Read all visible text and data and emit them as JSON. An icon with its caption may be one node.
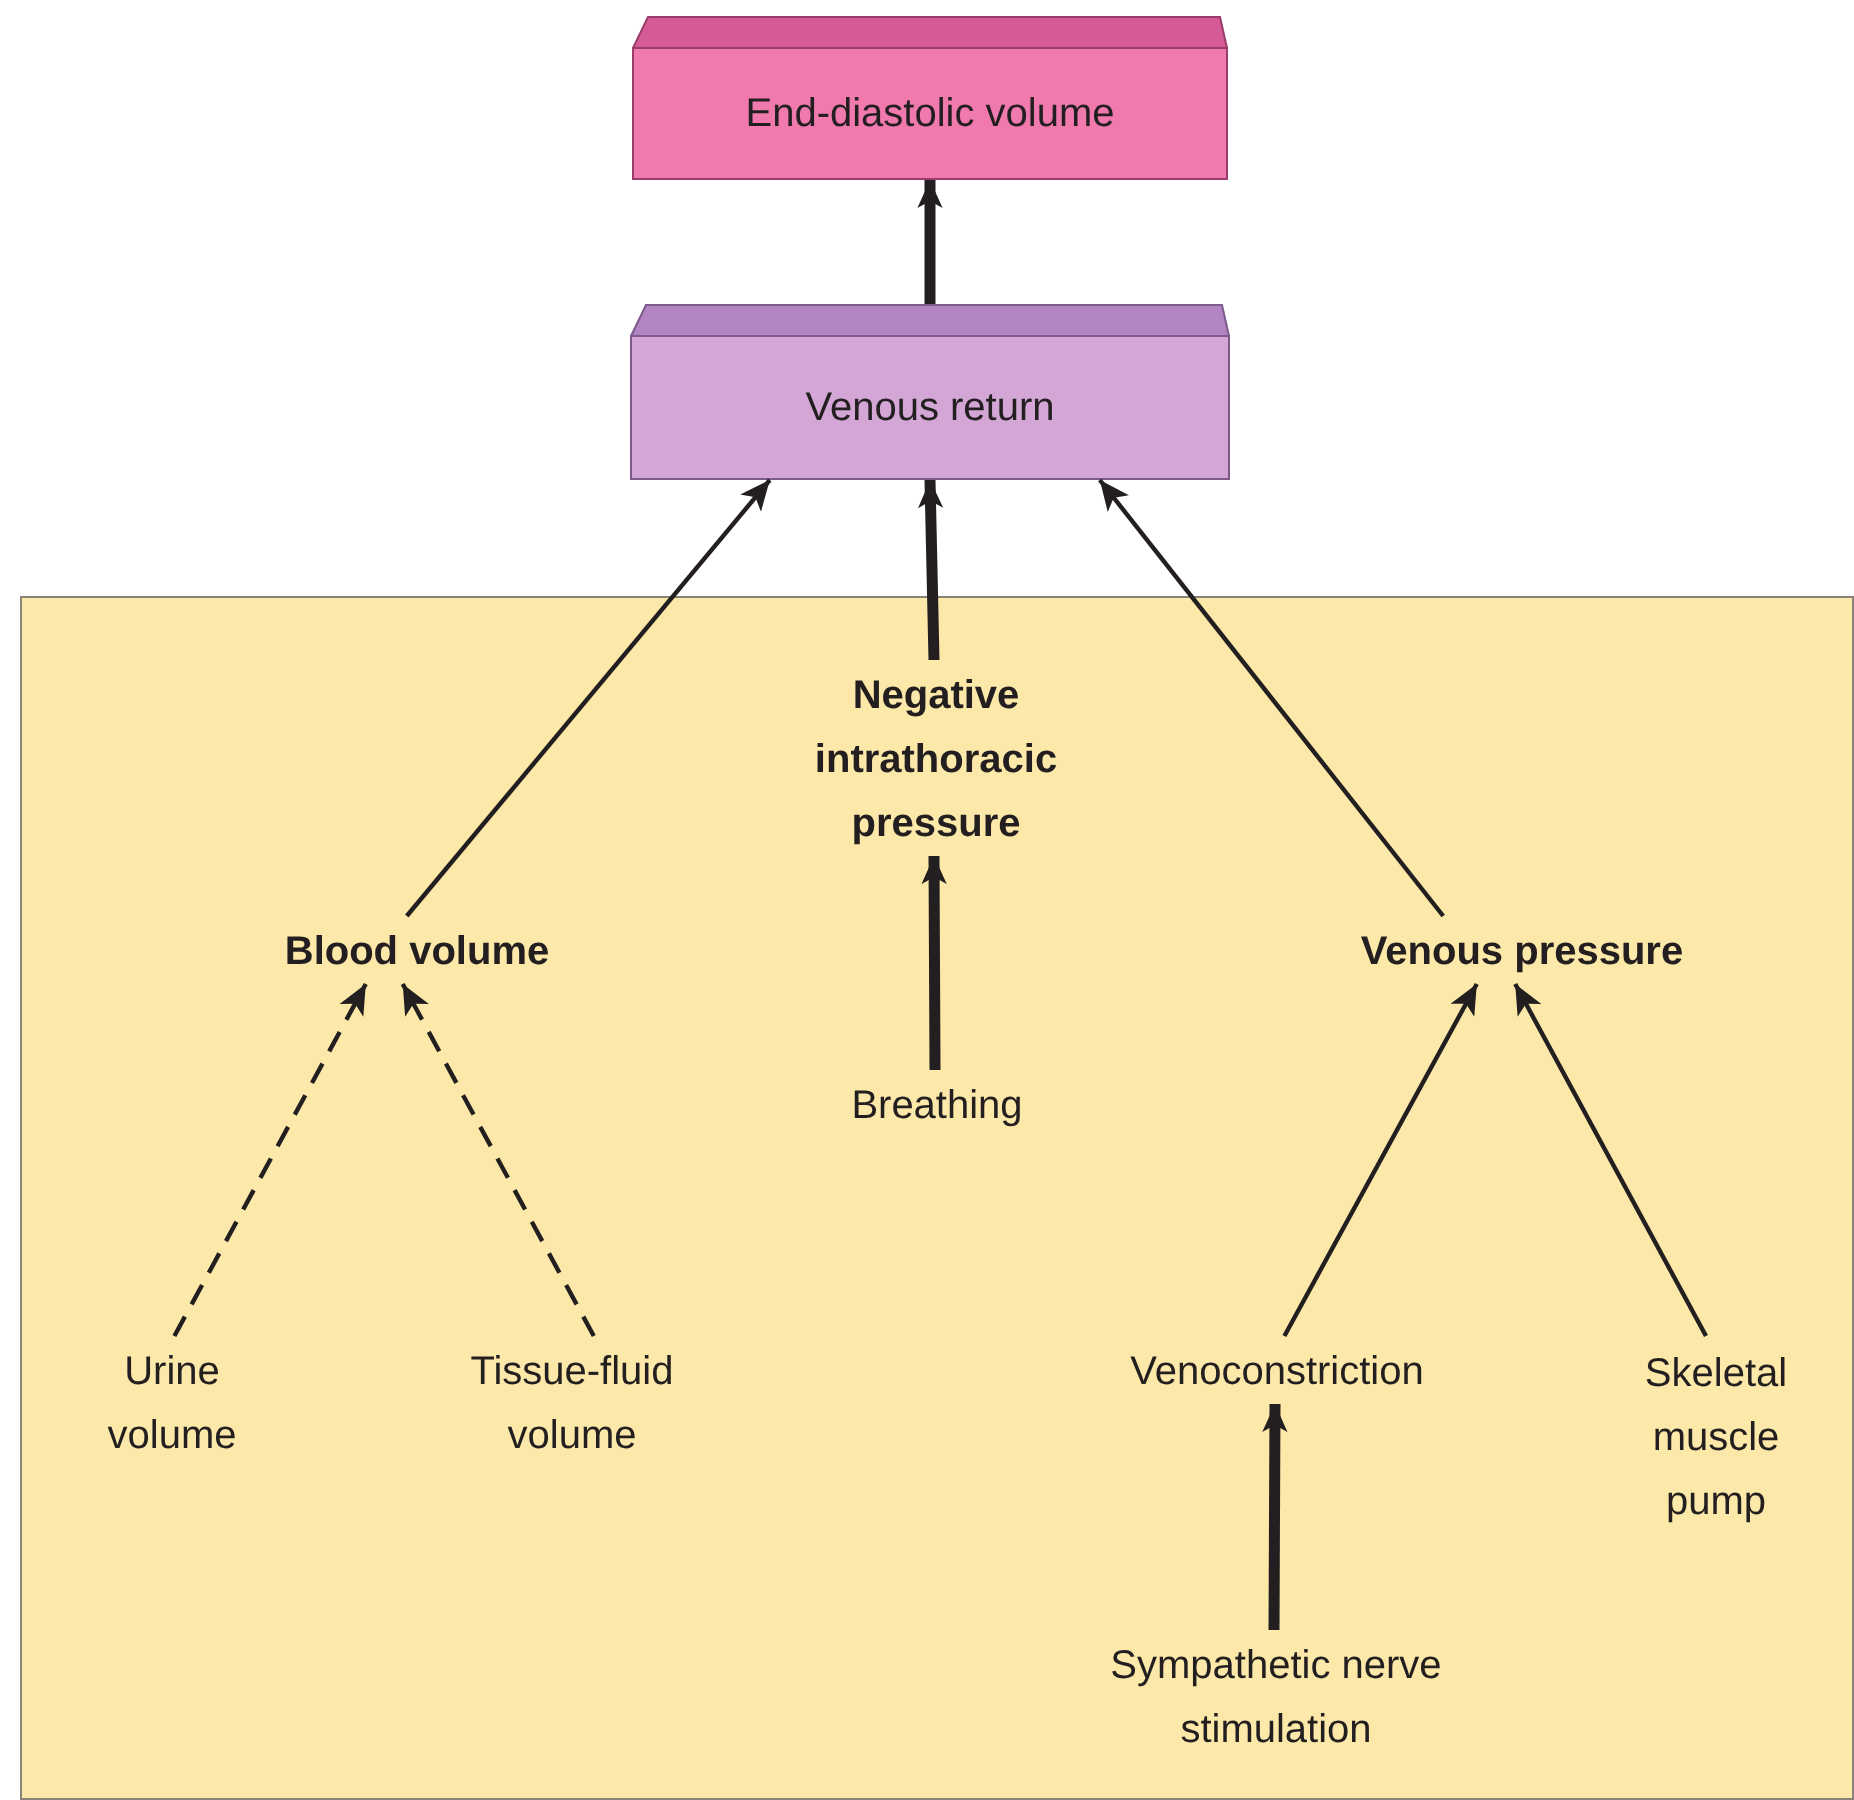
{
  "diagram": {
    "nodes": [
      {
        "text": [
          "End-diastolic volume"
        ]
      },
      {
        "text": [
          "Venous return"
        ]
      },
      {
        "text": [],
        "shape": "box"
      },
      {
        "text": [
          "Negative intrathoracic pressure"
        ],
        "in": 2
      },
      {
        "text": [
          "Blood volume"
        ],
        "in": 2
      },
      {
        "text": [
          "Venous pressure"
        ],
        "in": 2
      },
      {
        "text": [
          "Breathing"
        ],
        "in": 2
      },
      {
        "text": [
          "Urine volume"
        ],
        "in": 2
      },
      {
        "text": [
          "Tissue-fluid volume"
        ],
        "in": 2
      },
      {
        "text": [
          "Venoconstriction"
        ],
        "in": 2
      },
      {
        "text": [
          "Skeletal muscle pump"
        ],
        "in": 2
      },
      {
        "text": [
          "Sympathetic nerve stimulation"
        ],
        "in": 2
      }
    ],
    "edges": [
      {
        "from": 1,
        "to": 0,
        "arrow": "to",
        "style": "thick"
      },
      {
        "from": 4,
        "to": 1,
        "arrow": "to"
      },
      {
        "from": 3,
        "to": 1,
        "arrow": "to",
        "style": "thick"
      },
      {
        "from": 5,
        "to": 1,
        "arrow": "to"
      },
      {
        "from": 6,
        "to": 3,
        "arrow": "to",
        "style": "thick"
      },
      {
        "from": 7,
        "to": 4,
        "arrow": "to",
        "style": "dashed"
      },
      {
        "from": 8,
        "to": 4,
        "arrow": "to",
        "style": "dashed"
      },
      {
        "from": 9,
        "to": 5,
        "arrow": "to"
      },
      {
        "from": 10,
        "to": 5,
        "arrow": "to"
      },
      {
        "from": 11,
        "to": 9,
        "arrow": "to",
        "style": "thick"
      }
    ]
  }
}
